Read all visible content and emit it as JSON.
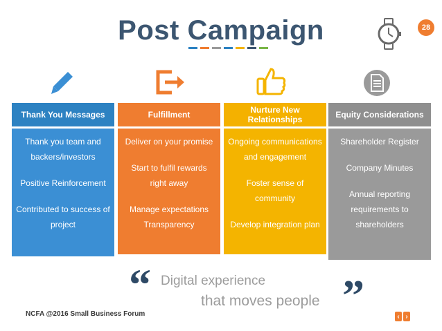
{
  "title": "Post Campaign",
  "page_number": "28",
  "colors": {
    "blue": "#3b8fd4",
    "orange": "#ef7d30",
    "yellow": "#f4b400",
    "gray": "#9a9a9a",
    "title": "#3c5671"
  },
  "columns": [
    {
      "icon": "pencil-icon",
      "header": "Thank You Messages",
      "items": [
        "Thank you team and backers/investors",
        "Positive Reinforcement",
        "Contributed to success of project"
      ]
    },
    {
      "icon": "exit-icon",
      "header": "Fulfillment",
      "items": [
        "Deliver on your promise",
        "Start to fulfil rewards right away",
        "Manage expectations Transparency"
      ]
    },
    {
      "icon": "thumbs-up-icon",
      "header": "Nurture New Relationships",
      "items": [
        "Ongoing communications and engagement",
        "Foster sense of community",
        "Develop integration plan"
      ]
    },
    {
      "icon": "document-icon",
      "header": "Equity Considerations",
      "items": [
        "Shareholder Register",
        "Company Minutes",
        "Annual reporting requirements to shareholders"
      ]
    }
  ],
  "quote": {
    "open": "“",
    "line1": "Digital experience",
    "line2": "that moves people",
    "close": "”"
  },
  "footer": "NCFA @2016 Small Business Forum",
  "nav": {
    "prev": "‹",
    "next": "›"
  }
}
